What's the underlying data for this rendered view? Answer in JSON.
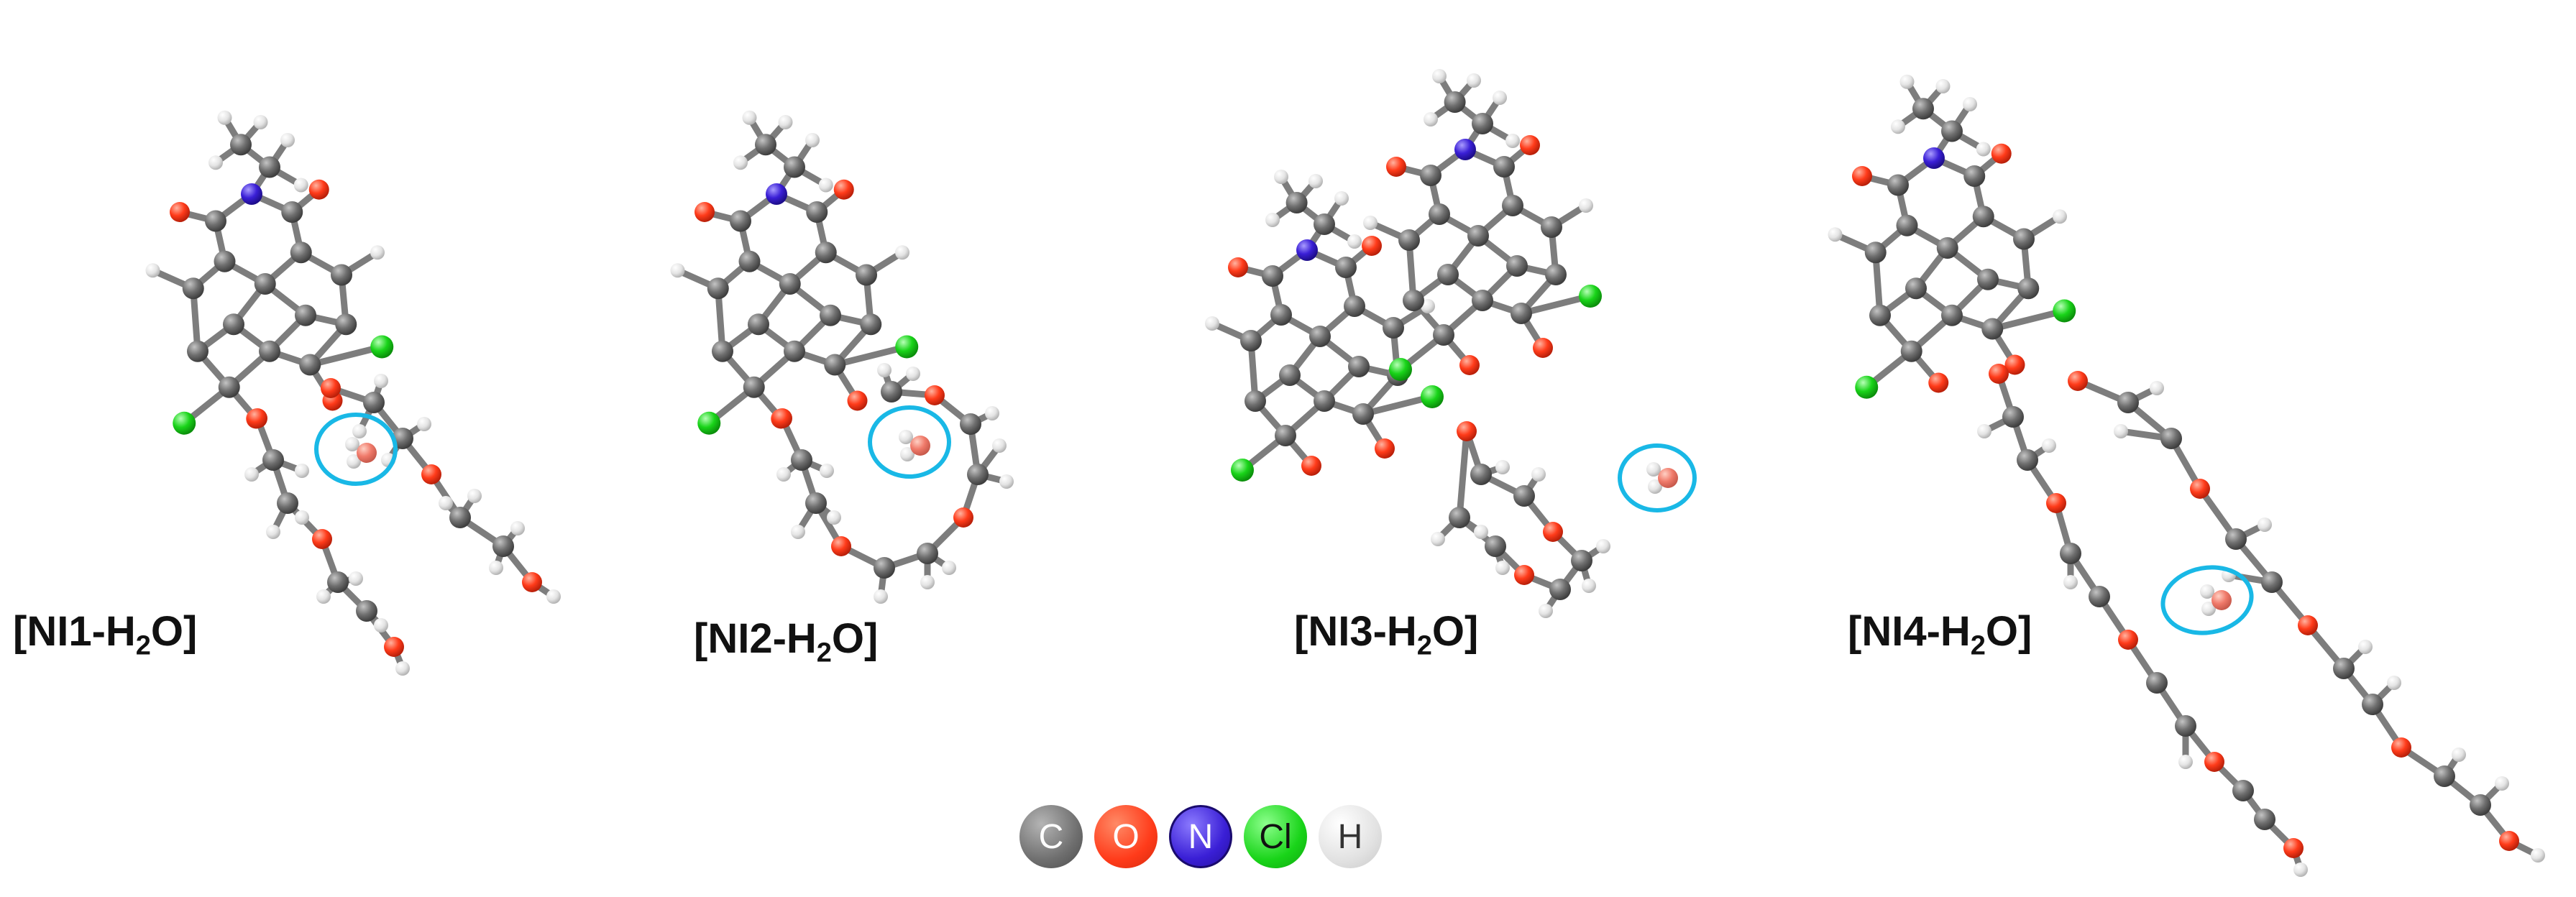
{
  "panels": [
    {
      "id": "NI1",
      "label_main": "[NI1-H",
      "label_sub": "2",
      "label_end": "O]"
    },
    {
      "id": "NI2",
      "label_main": "[NI2-H",
      "label_sub": "2",
      "label_end": "O]"
    },
    {
      "id": "NI3",
      "label_main": "[NI3-H",
      "label_sub": "2",
      "label_end": "O]"
    },
    {
      "id": "NI4",
      "label_main": "[NI4-H",
      "label_sub": "2",
      "label_end": "O]"
    }
  ],
  "legend": [
    {
      "symbol": "C",
      "element": "carbon",
      "color": "#6f6f6f"
    },
    {
      "symbol": "O",
      "element": "oxygen",
      "color": "#ff3b1a"
    },
    {
      "symbol": "N",
      "element": "nitrogen",
      "color": "#3a1fd6"
    },
    {
      "symbol": "Cl",
      "element": "chlorine",
      "color": "#19d419"
    },
    {
      "symbol": "H",
      "element": "hydrogen",
      "color": "#e2e2e2"
    }
  ],
  "colors": {
    "carbon": "#6f6f6f",
    "oxygen": "#ff3b1a",
    "nitrogen": "#3a1fd6",
    "chlorine": "#19d419",
    "hydrogen": "#e6e6e6",
    "bond": "#8a8a8a",
    "water_highlight": "#19b8e6"
  }
}
